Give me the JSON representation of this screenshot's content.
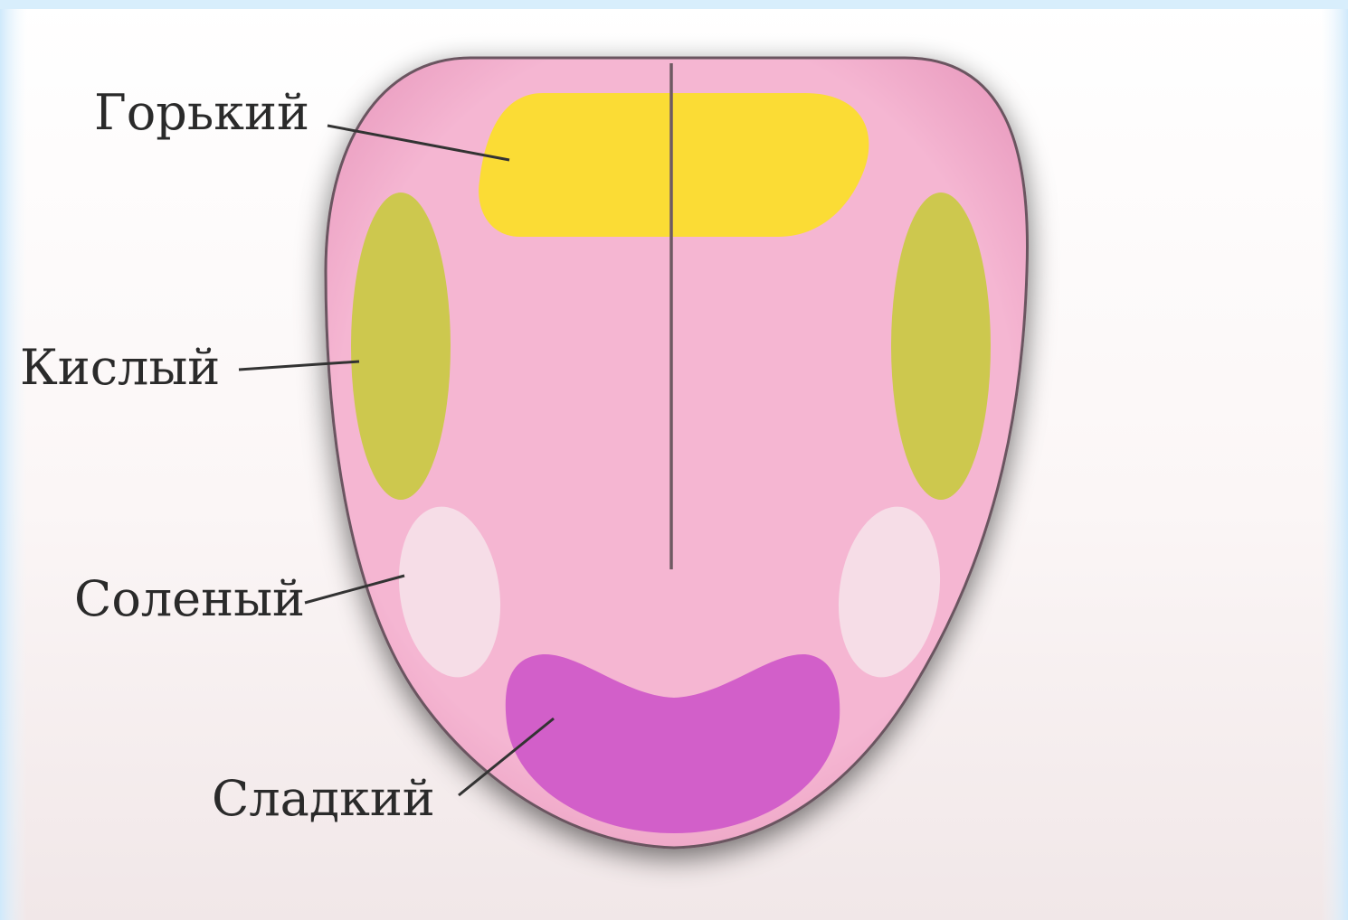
{
  "labels": {
    "bitter": "Горький",
    "sour": "Кислый",
    "salty": "Соленый",
    "sweet": "Сладкий"
  },
  "colors": {
    "tongue": "#f5b6d2",
    "tongue_edge": "#e59fbd",
    "bitter_zone": "#fbdc35",
    "sour_zone": "#cdc84e",
    "salty_zone": "#f6dde7",
    "sweet_zone": "#d25fc9",
    "outline": "#555555"
  }
}
